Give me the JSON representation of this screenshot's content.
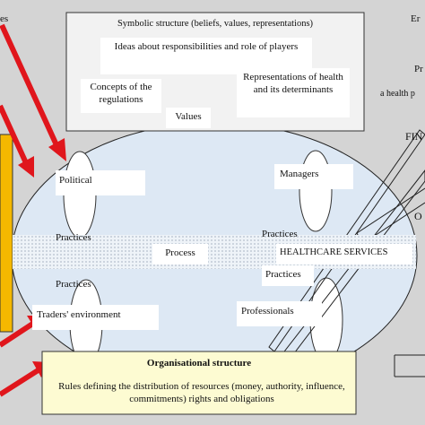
{
  "symbolic": {
    "title": "Symbolic structure (beliefs, values, representations)",
    "ideas": "Ideas about responsibilities and role of players",
    "concepts": "Concepts of the regulations",
    "representations": "Representations of health and its determinants",
    "values": "Values"
  },
  "ellipse_labels": {
    "political": "Political",
    "managers": "Managers",
    "practices_top_left": "Practices",
    "practices_top_right": "Practices",
    "process": "Process",
    "healthcare_services": "HEALTHCARE SERVICES",
    "practices_bottom_right": "Practices",
    "practices_bottom_left": "Practices",
    "professionals": "Professionals",
    "traders_environment": "Traders' environment"
  },
  "organisational": {
    "title": "Organisational structure",
    "rules": "Rules defining the distribution of resources (money, authority, influence, commitments) rights and obligations"
  },
  "cropped_edge_text": {
    "top_left": "es",
    "top_right_1": "Er",
    "top_right_2": "Pr",
    "top_right_3": "a health p",
    "fin": "FIN",
    "o": "O"
  },
  "colors": {
    "background": "#d4d4d4",
    "ellipse_fill": "#dde8f4",
    "arrow_red": "#e0161c",
    "orange_bar": "#f5b800",
    "org_box_fill": "#fdfbd2"
  }
}
